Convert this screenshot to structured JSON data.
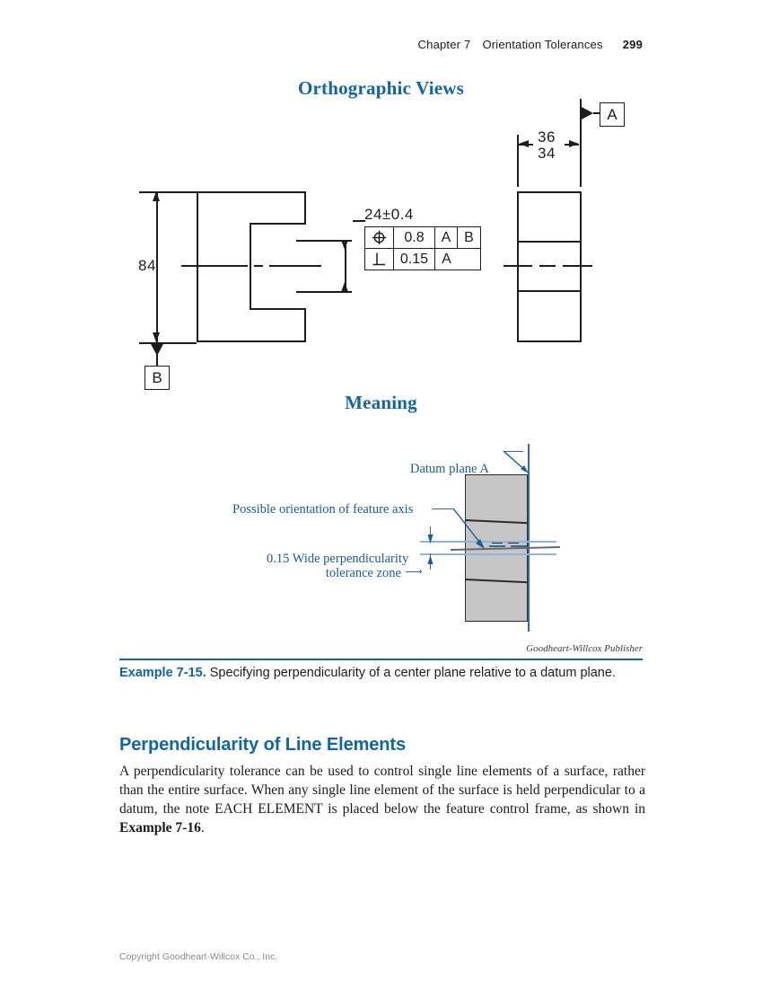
{
  "running_head": {
    "chapter": "Chapter 7",
    "title": "Orientation Tolerances",
    "page_number": "299"
  },
  "sections": {
    "orthographic_title": "Orthographic Views",
    "meaning_title": "Meaning"
  },
  "orthographic": {
    "front_view": {
      "height_dimension": "84",
      "datum_feature_b": "B",
      "slot_dimension": "24±0.4"
    },
    "side_view": {
      "dimension_upper": "36",
      "dimension_lower": "34",
      "datum_feature_a": "A"
    },
    "feature_control_frame": {
      "row1": {
        "symbol": "position-symbol",
        "symbol_glyph": "⌖",
        "tolerance": "0.8",
        "datum_primary": "A",
        "datum_secondary": "B"
      },
      "row2": {
        "symbol": "perpendicularity-symbol",
        "symbol_glyph": "⊥",
        "tolerance": "0.15",
        "datum_primary": "A"
      }
    }
  },
  "meaning": {
    "annotations": {
      "datum_plane": "Datum plane A",
      "feature_axis": "Possible orientation of feature axis",
      "tolerance_zone_line1": "0.15 Wide perpendicularity",
      "tolerance_zone_line2": "tolerance zone"
    }
  },
  "credit": "Goodheart-Willcox Publisher",
  "caption": {
    "label": "Example 7-15.",
    "text": " Specifying perpendicularity of a center plane relative to a datum plane."
  },
  "article": {
    "heading": "Perpendicularity of Line Elements",
    "paragraph_part1": "A perpendicularity tolerance can be used to control single line elements of a surface, rather than the entire surface. When any single line element of the surface is held perpendicular to a datum, the note EACH ELEMENT is placed below the feature control frame, as shown in ",
    "paragraph_bold": "Example 7-16",
    "paragraph_part2": "."
  },
  "footer": "Copyright Goodheart-Willcox Co., Inc.",
  "colors": {
    "accent_blue": "#1064ad",
    "anno_blue": "#1b5c96",
    "block_gray": "#c6c6c6",
    "line_black": "#1d1d1d"
  }
}
